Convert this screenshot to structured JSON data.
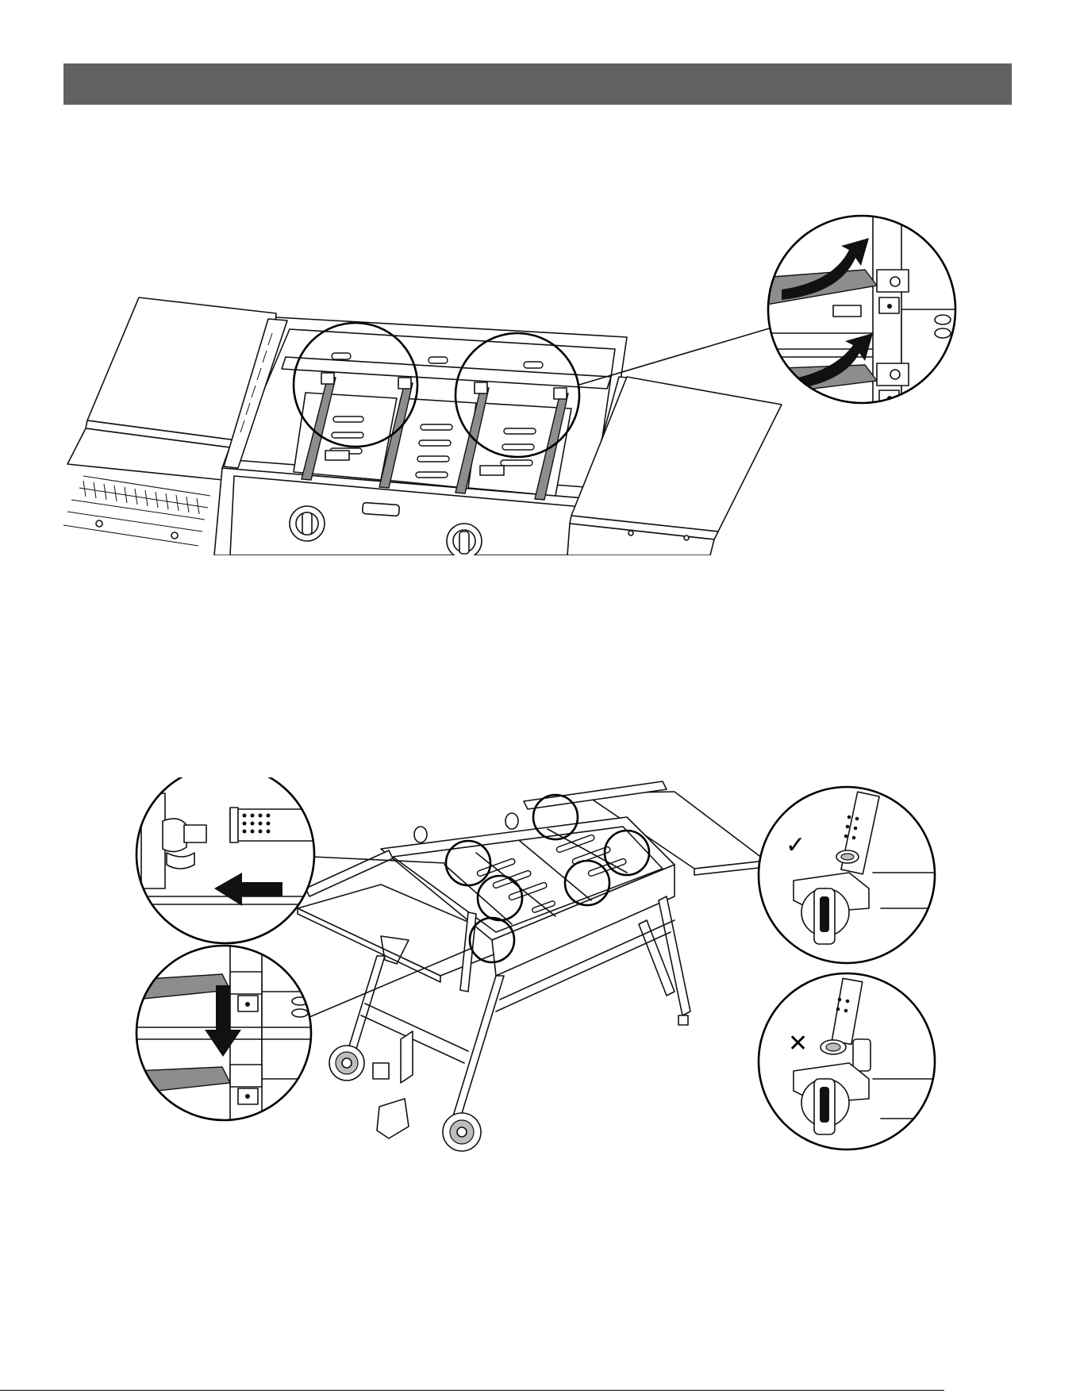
{
  "header": {
    "title": ""
  },
  "figures": [
    {
      "id": "remove-burners-top-view",
      "callouts": [
        "burner-lift-detail"
      ]
    },
    {
      "id": "install-burners-perspective",
      "callouts": [
        "burner-onto-valve-detail",
        "burner-seat-detail",
        "correct-installation",
        "incorrect-installation"
      ]
    }
  ],
  "marks": {
    "correct": "✓",
    "incorrect": "✕"
  },
  "icons": [
    "curved-arrow-icon",
    "left-arrow-icon",
    "down-arrow-icon",
    "checkmark-icon",
    "x-mark-icon"
  ],
  "colors": {
    "header_bar": "#626062",
    "burner_tube": "#8d8d8d",
    "arrow": "#111111"
  },
  "footer": {
    "text": ""
  }
}
